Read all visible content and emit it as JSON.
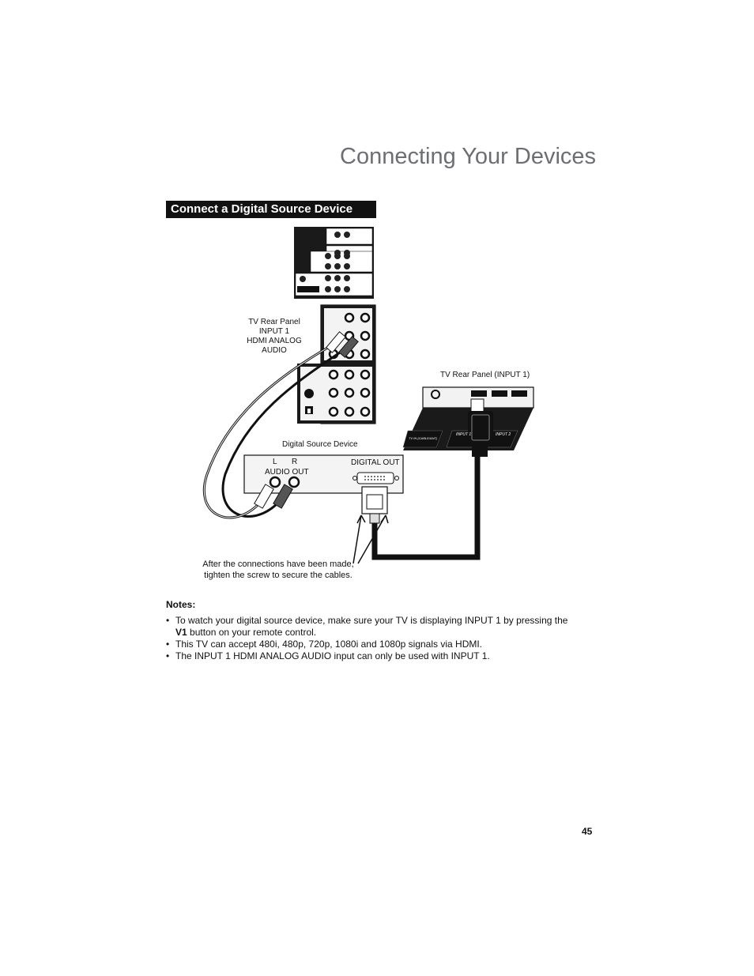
{
  "page": {
    "title": "Connecting Your Devices",
    "section_heading": "Connect a Digital Source Device",
    "page_number": "45"
  },
  "diagram": {
    "tv_rear_panel_audio_label": [
      "TV Rear Panel",
      "INPUT 1",
      "HDMI ANALOG",
      "AUDIO"
    ],
    "tv_rear_panel_input1_label": "TV Rear Panel (INPUT 1)",
    "digital_source_label": "Digital Source Device",
    "audio_l": "L",
    "audio_r": "R",
    "audio_out": "AUDIO OUT",
    "digital_out": "DIGITAL OUT",
    "hdmi_panel_labels": [
      "INPUT 1",
      "INPUT 2",
      "TV IN (CABLE/ANT)"
    ],
    "caption_line1": "After the connections have been made,",
    "caption_line2": "tighten the screw to secure the cables."
  },
  "notes": {
    "heading": "Notes:",
    "item1_part1": "To watch your digital source device, make sure your TV is displaying INPUT 1 by pressing the",
    "item1_bold": "V1",
    "item1_part2": " button on your remote control.",
    "item2": "This TV can accept 480i, 480p, 720p, 1080i and 1080p signals via HDMI.",
    "item3": "The INPUT 1 HDMI ANALOG AUDIO input can only be used with INPUT 1."
  }
}
